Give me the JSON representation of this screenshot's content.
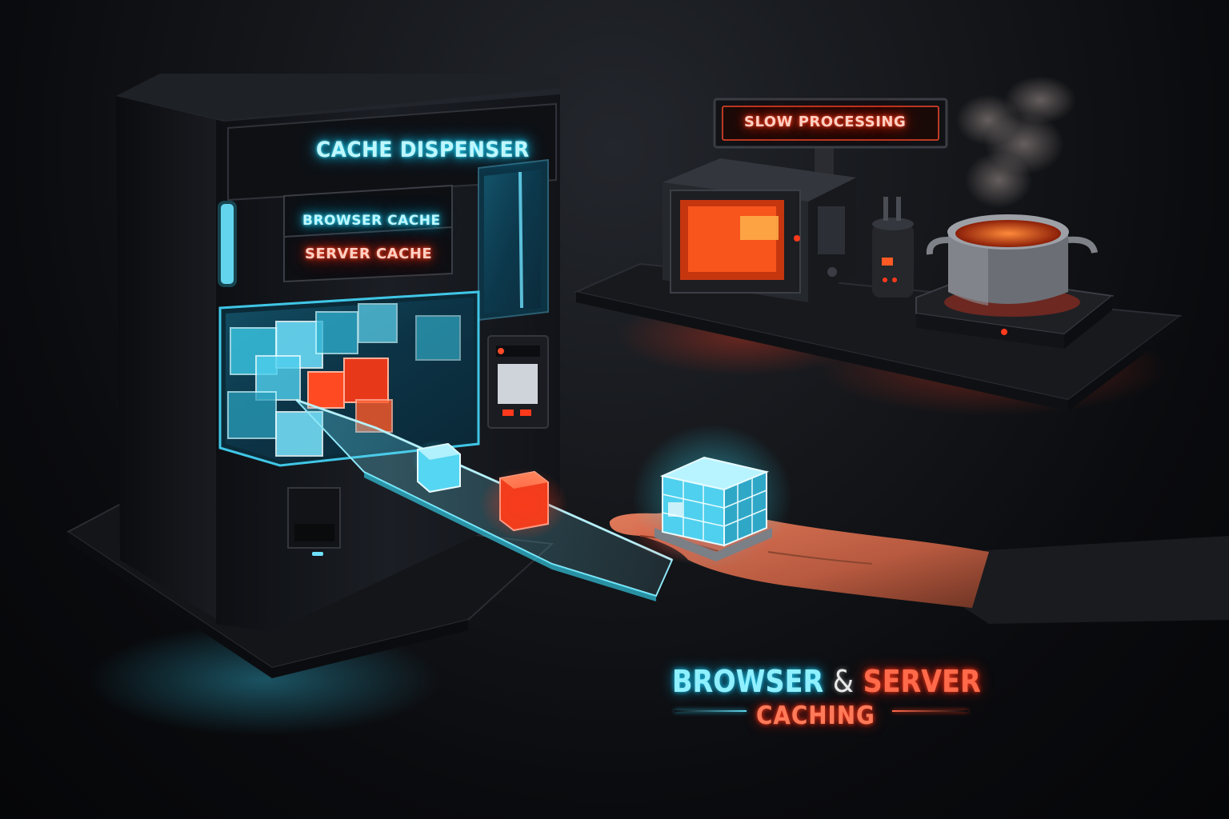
{
  "signs": {
    "dispenser": "CACHE DISPENSER",
    "browser_cache": "BROWSER CACHE",
    "server_cache": "SERVER CACHE",
    "slow_processing": "SLOW PROCESSING"
  },
  "title": {
    "browser": "BROWSER",
    "amp": "&",
    "server": "SERVER",
    "caching": "CACHING"
  },
  "colors": {
    "cyan_glow": "#39e3ff",
    "red_glow": "#ff3a1c",
    "background": "#0a0b0e"
  }
}
